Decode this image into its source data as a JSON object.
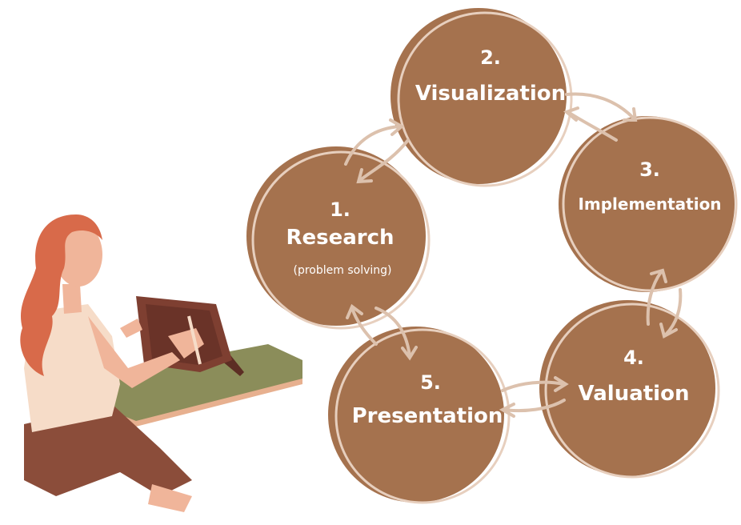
{
  "colors": {
    "disc": "#a5724e",
    "ring": "#e7cfbe",
    "arrow": "#dcc1ad",
    "hair": "#d86a4a",
    "skin": "#f0b59a",
    "shirt": "#f6dcc8",
    "pants": "#8b4d3a",
    "tablet": "#7e3f31",
    "desk_top": "#8b8d5a",
    "desk_edge": "#e7b08f"
  },
  "steps": [
    {
      "number": "1.",
      "label": "Research",
      "sub": "(problem solving)"
    },
    {
      "number": "2.",
      "label": "Visualization"
    },
    {
      "number": "3.",
      "label": "Implementation"
    },
    {
      "number": "4.",
      "label": "Valuation"
    },
    {
      "number": "5.",
      "label": "Presentation"
    }
  ],
  "illustration": {
    "name": "woman drawing on tablet"
  }
}
